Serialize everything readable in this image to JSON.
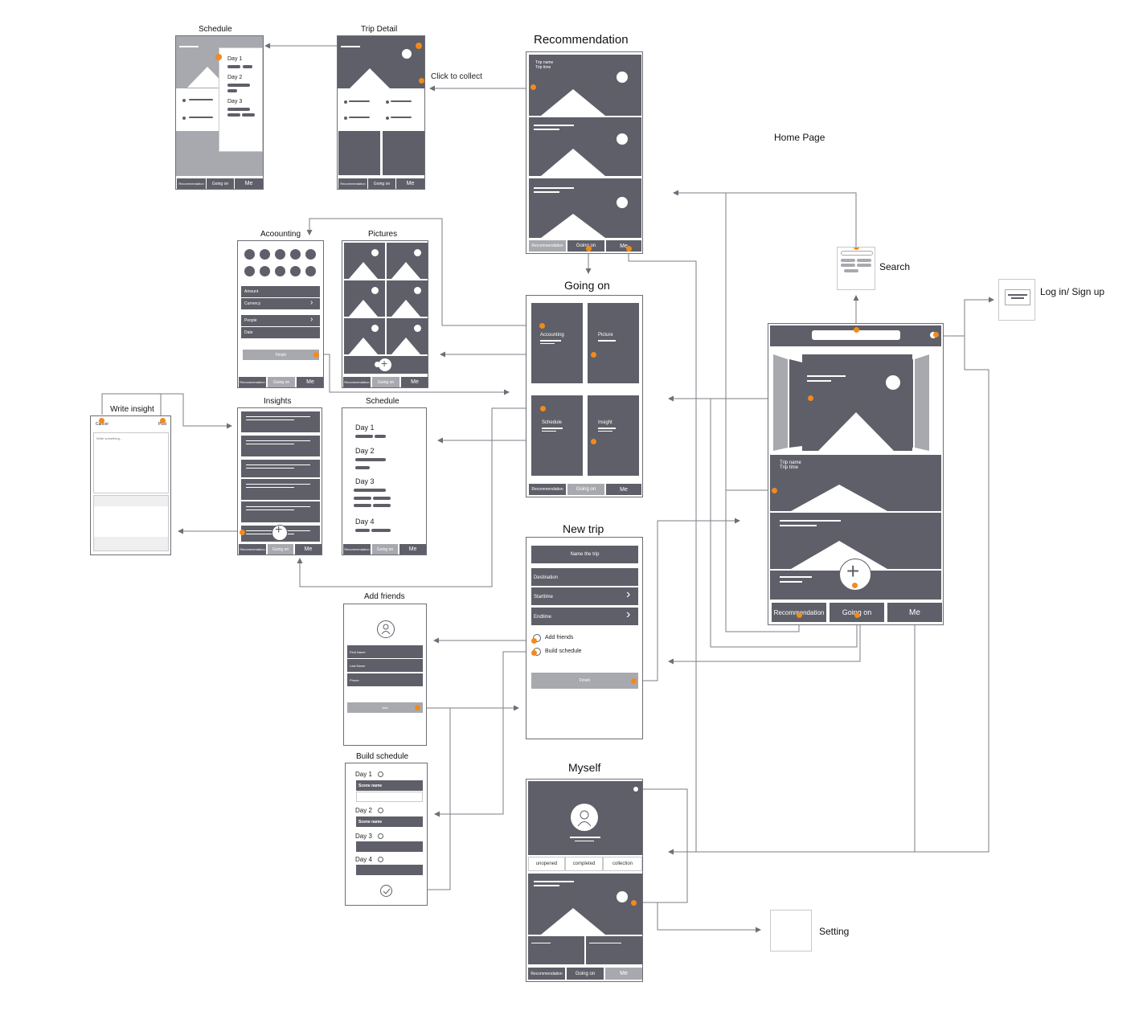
{
  "screens": {
    "schedule_left": {
      "title": "Schedule",
      "days": [
        "Day 1",
        "Day 2",
        "Day 3"
      ]
    },
    "trip_detail": {
      "title": "Trip Detail",
      "collect_note": "Click to collect"
    },
    "recommendation": {
      "title": "Recommendation",
      "trip_name": "Trip name",
      "trip_time": "Trip time"
    },
    "home": {
      "title": "Home Page",
      "trip_name": "Trip name",
      "trip_time": "Trip time"
    },
    "search": {
      "title": "Search"
    },
    "login": {
      "title": "Log in/ Sign up"
    },
    "accounting": {
      "title": "Acoounting",
      "fields": [
        "Amount",
        "Currency",
        "People",
        "Date"
      ],
      "finish": "Finish"
    },
    "pictures": {
      "title": "Pictures"
    },
    "going_on": {
      "title": "Going on",
      "tiles": [
        "Accounting",
        "Picture",
        "Schedule",
        "Insight"
      ]
    },
    "write_insight": {
      "title": "Write insight",
      "cancel": "Cancel",
      "post": "Post",
      "placeholder": "Write something..."
    },
    "insights": {
      "title": "Insights"
    },
    "schedule_mid": {
      "title": "Schedule",
      "days": [
        "Day 1",
        "Day 2",
        "Day 3",
        "Day 4"
      ]
    },
    "new_trip": {
      "title": "New trip",
      "name_field": "Name the trip",
      "destination": "Destination",
      "starttime": "Starttime",
      "endtime": "Endtime",
      "add_friends": "Add friends",
      "build_schedule": "Build schedule",
      "finish": "Finish"
    },
    "add_friends": {
      "title": "Add friends",
      "fields": [
        "First Name",
        "Last Name",
        "Phone"
      ],
      "add": "Add"
    },
    "build_schedule": {
      "title": "Build schedule",
      "days": [
        "Day 1",
        "Day 2",
        "Day 3",
        "Day 4"
      ],
      "scene": "Scene name"
    },
    "myself": {
      "title": "Myself",
      "tabs": [
        "unopened",
        "completed",
        "collection"
      ]
    },
    "setting": {
      "title": "Setting"
    }
  },
  "tabbar": {
    "recommendation": "Recommendation",
    "going_on": "Going on",
    "me": "Me"
  },
  "colors": {
    "frame_dark": "#5e5f68",
    "frame_light": "#a8a9ae",
    "hotspot": "#f28a1d",
    "flow_line": "#7d7e85"
  }
}
